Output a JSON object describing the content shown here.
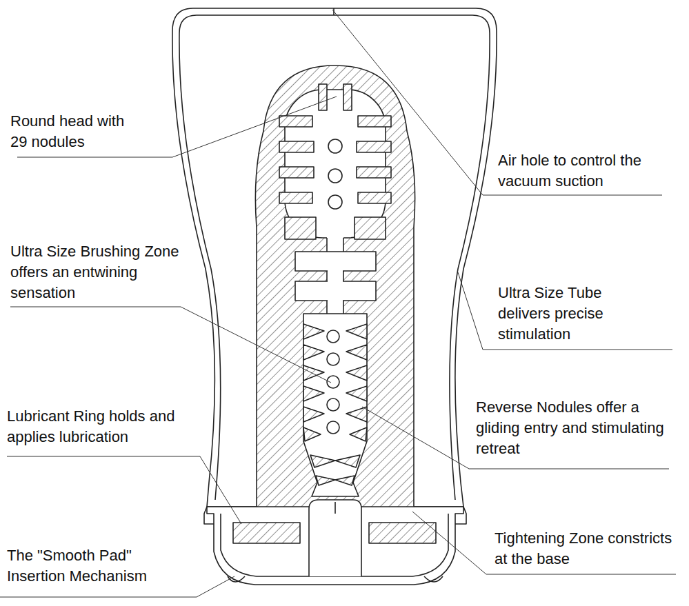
{
  "diagram": {
    "labels": [
      "Round head with 29 nodules",
      "Air hole to control the vacuum suction",
      "Ultra Size Brushing Zone offers an entwining sensation",
      "Ultra Size Tube delivers precise stimulation",
      "Lubricant Ring holds and applies lubrication",
      "Reverse Nodules offer a gliding entry and stimulating retreat",
      "The \"Smooth Pad\" Insertion Mechanism",
      "Tightening Zone constricts at the base"
    ]
  }
}
